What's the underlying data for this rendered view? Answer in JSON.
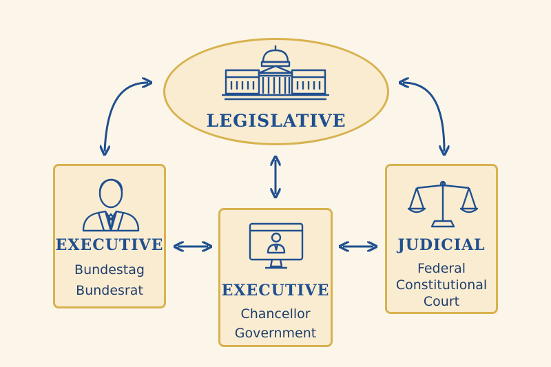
{
  "legislative": {
    "title": "LEGISLATIVE"
  },
  "executive_left": {
    "title": "EXECUTIVE",
    "line1": "Bundestag",
    "line2": "Bundesrat"
  },
  "executive_center": {
    "title": "EXECUTIVE",
    "line1": "Chancellor",
    "line2": "Government"
  },
  "judicial": {
    "title": "JUDICIAL",
    "line1": "Federal",
    "line2": "Constitutional",
    "line3": "Court"
  },
  "colors": {
    "background": "#fbf6e9",
    "fill": "#f9ecd1",
    "border": "#d8b24f",
    "ink": "#1f4f8f"
  },
  "icons": {
    "legislative": "parliament-building-icon",
    "executive_left": "person-in-suit-icon",
    "executive_center": "monitor-person-icon",
    "judicial": "scales-of-justice-icon"
  }
}
